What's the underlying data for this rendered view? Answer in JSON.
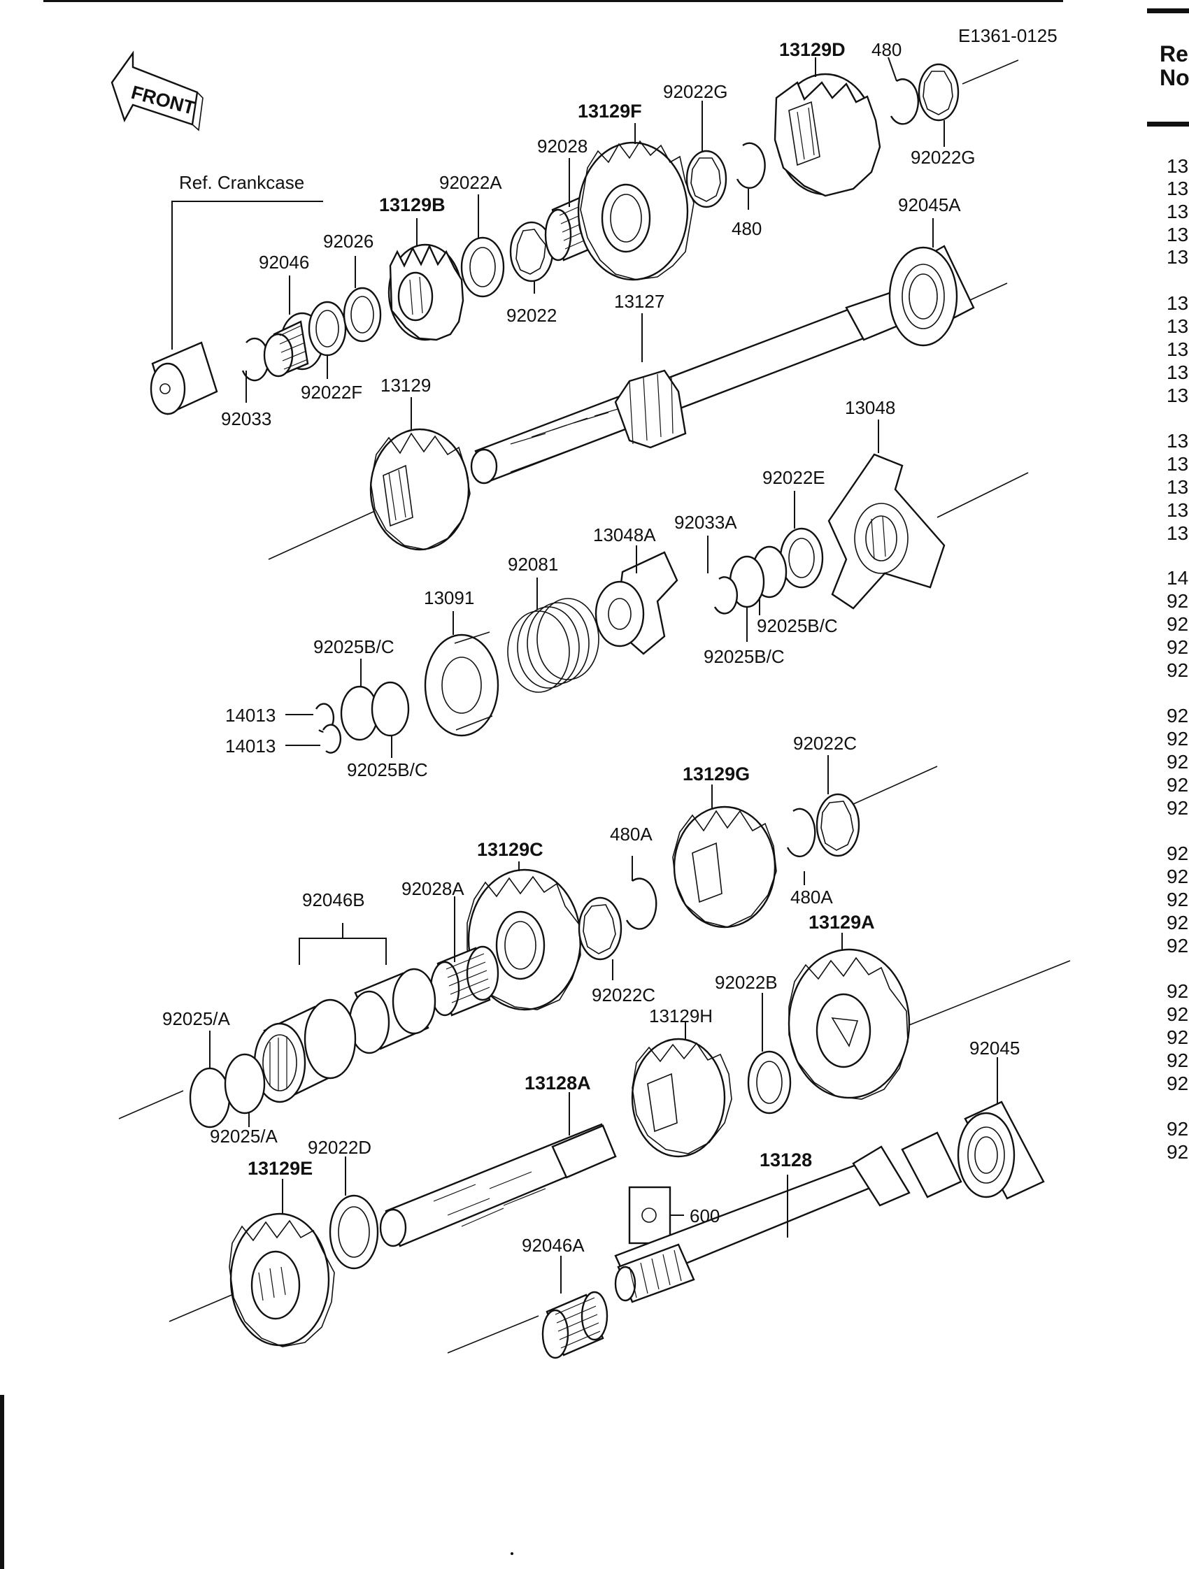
{
  "drawing_code": "E1361-0125",
  "front_label": "FRONT",
  "ref_label": "Ref.  Crankcase",
  "side_header": [
    "Re",
    "No"
  ],
  "side_rows": [
    "13",
    "13",
    "13",
    "13",
    "13",
    "13",
    "13",
    "13",
    "13",
    "13",
    "13",
    "13",
    "13",
    "13",
    "13",
    "14",
    "92",
    "92",
    "92",
    "92",
    "92",
    "92",
    "92",
    "92",
    "92",
    "92",
    "92",
    "92",
    "92",
    "92",
    "92",
    "92",
    "92",
    "92",
    "92",
    "92",
    "92"
  ],
  "callouts": {
    "p13129D": "13129D",
    "p480a": "480",
    "p92022G_top": "92022G",
    "p13129F": "13129F",
    "p92028": "92028",
    "p92022G_r": "92022G",
    "p480b": "480",
    "p92022A": "92022A",
    "p13129B": "13129B",
    "p92026": "92026",
    "p92046": "92046",
    "p92045A": "92045A",
    "p92022": "92022",
    "p13127": "13127",
    "p92022F": "92022F",
    "p13129": "13129",
    "p92033": "92033",
    "p13048": "13048",
    "p92022E": "92022E",
    "p92033A": "92033A",
    "p13048A": "13048A",
    "p92081": "92081",
    "p13091": "13091",
    "p92025BC_l": "92025B/C",
    "p92025BC_r1": "92025B/C",
    "p92025BC_r2": "92025B/C",
    "p14013a": "14013",
    "p14013b": "14013",
    "p92025BC_b": "92025B/C",
    "p92022C_top": "92022C",
    "p13129G": "13129G",
    "p480A_a": "480A",
    "p13129C": "13129C",
    "p480A_b": "480A",
    "p92028A": "92028A",
    "p92046B": "92046B",
    "p13129A": "13129A",
    "p92022B": "92022B",
    "p92022C_b": "92022C",
    "p92025A_t": "92025/A",
    "p13129H": "13129H",
    "p92045": "92045",
    "p13128A": "13128A",
    "p92025A_b": "92025/A",
    "p92022D": "92022D",
    "p13129E": "13129E",
    "p13128": "13128",
    "p600": "600",
    "p92046A": "92046A"
  }
}
